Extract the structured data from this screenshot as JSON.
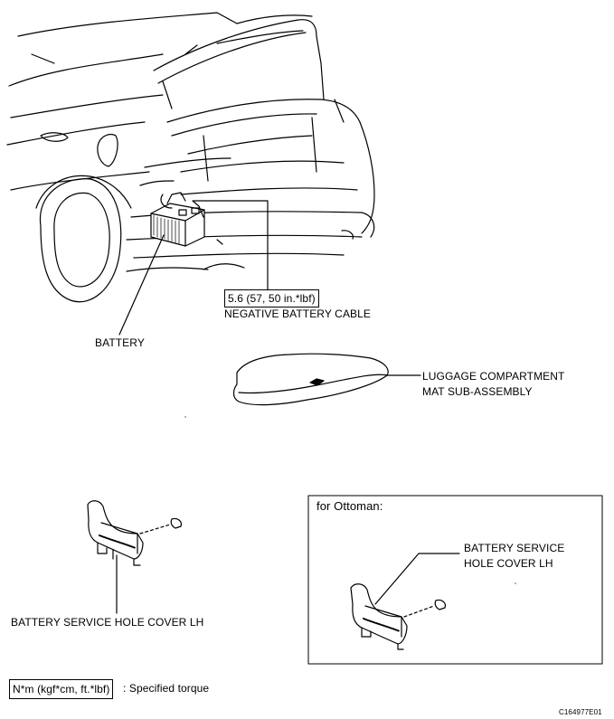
{
  "torque_spec": "5.6 (57, 50 in.*lbf)",
  "labels": {
    "negative_cable": "NEGATIVE BATTERY CABLE",
    "battery": "BATTERY",
    "luggage_mat_line1": "LUGGAGE COMPARTMENT",
    "luggage_mat_line2": "MAT SUB-ASSEMBLY",
    "cover_lh": "BATTERY SERVICE HOLE COVER LH",
    "ottoman_title": "for Ottoman:",
    "ottoman_cover_line1": "BATTERY SERVICE",
    "ottoman_cover_line2": "HOLE COVER LH"
  },
  "legend": {
    "unit": "N*m (kgf*cm, ft.*lbf)",
    "text": ": Specified torque"
  },
  "figure_code": "C164977E01"
}
